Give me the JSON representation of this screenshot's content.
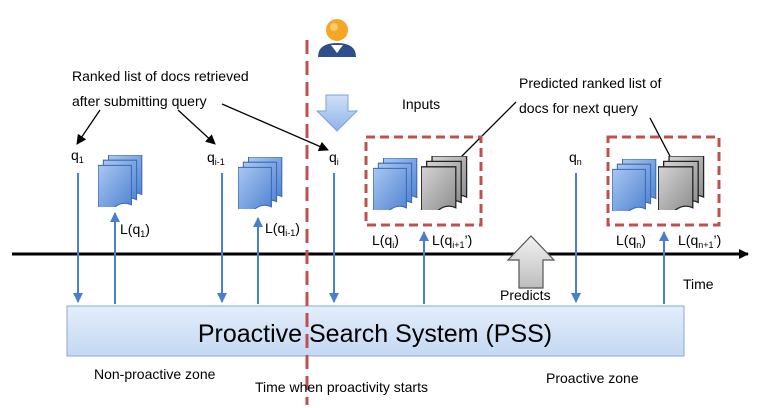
{
  "labels": {
    "ranked_list_line1": "Ranked list of docs retrieved",
    "ranked_list_line2": "after submitting query",
    "predicted_line1": "Predicted ranked list of",
    "predicted_line2": "docs for next query",
    "inputs": "Inputs",
    "q1": "q",
    "q1_sub": "1",
    "qi1": "q",
    "qi1_sub": "i-1",
    "qi": "q",
    "qi_sub": "i",
    "qn": "q",
    "qn_sub": "n",
    "L_q1_pre": "L(q",
    "L_q1_sub": "1",
    "L_q1_post": ")",
    "L_qi1_pre": "L(q",
    "L_qi1_sub": "i-1",
    "L_qi1_post": ")",
    "L_qi_pre": "L(q",
    "L_qi_sub": "i",
    "L_qi_post": ")",
    "L_qi1p_pre": "L(q",
    "L_qi1p_sub": "i+1",
    "L_qi1p_post": "’)",
    "L_qn_pre": "L(q",
    "L_qn_sub": "n",
    "L_qn_post": ")",
    "L_qn1p_pre": "L(q",
    "L_qn1p_sub": "n+1",
    "L_qn1p_post": "’)",
    "time": "Time",
    "predicts": "Predicts",
    "pss": "Proactive Search System (PSS)",
    "non_proactive_zone": "Non-proactive zone",
    "time_when_proactivity_starts": "Time when proactivity starts",
    "proactive_zone": "Proactive zone"
  },
  "colors": {
    "doc_blue": "#5b8fd9",
    "doc_gray": "#9a9a9a",
    "arrow_blue": "#4a7fd0",
    "dashed_red": "#c0504d",
    "pss_fill": "#cfe0f5",
    "pss_stroke": "#8aa9d6"
  }
}
